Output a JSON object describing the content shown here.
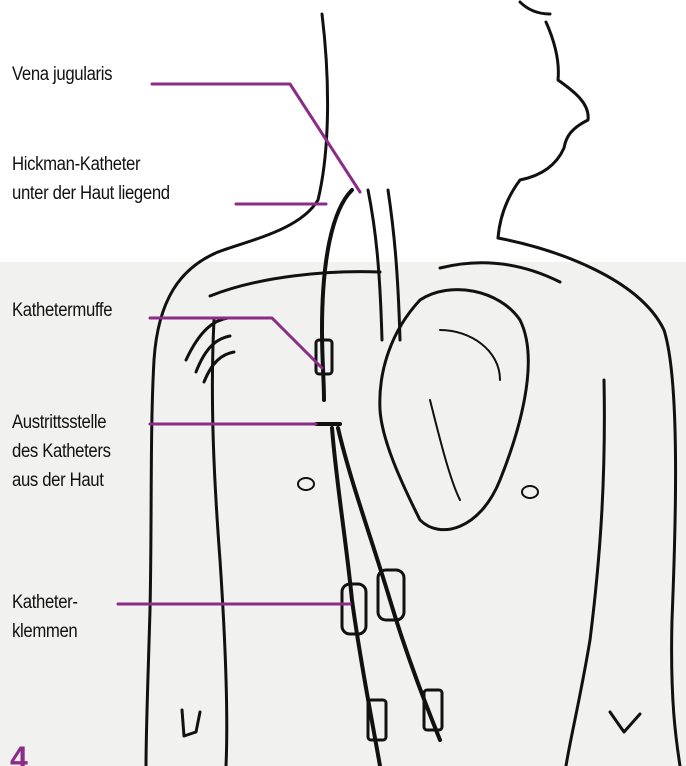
{
  "labels": {
    "vena": "Vena jugularis",
    "hickman_1": "Hickman-Katheter",
    "hickman_2": "unter der Haut liegend",
    "muffe": "Kathetermuffe",
    "austritt_1": "Austrittsstelle",
    "austritt_2": "des Katheters",
    "austritt_3": "aus der Haut",
    "klemmen_1": "Katheter-",
    "klemmen_2": "klemmen"
  },
  "figure_number": "4",
  "colors": {
    "leader": "#8b2c86",
    "ink": "#111111",
    "background_lower": "#f1f1ef"
  }
}
